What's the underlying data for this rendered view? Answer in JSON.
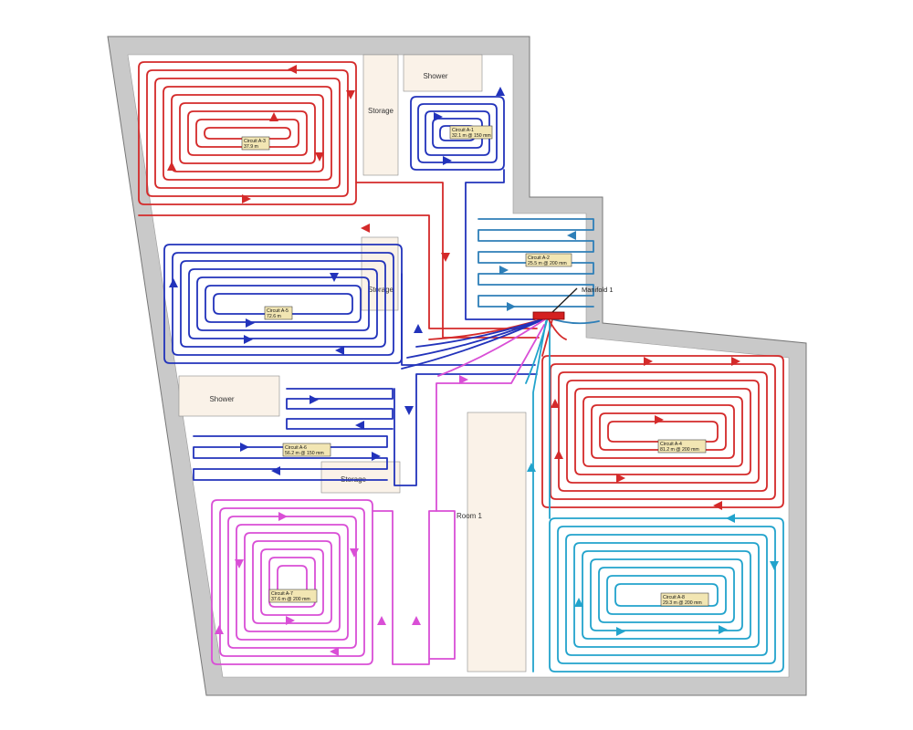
{
  "plan": {
    "rooms": [
      {
        "id": "storage-1",
        "label": "Storage"
      },
      {
        "id": "shower-1",
        "label": "Shower"
      },
      {
        "id": "storage-2",
        "label": "Storage"
      },
      {
        "id": "shower-2",
        "label": "Shower"
      },
      {
        "id": "storage-3",
        "label": "Storage"
      },
      {
        "id": "room-1",
        "label": "Room 1"
      }
    ],
    "manifold": {
      "label": "Manifold 1",
      "color": "#d42020"
    },
    "circuits": [
      {
        "id": "A-1",
        "name": "Circuit A-1",
        "spec": "32.1 m @ 150 mm",
        "color": "#2233bb"
      },
      {
        "id": "A-2",
        "name": "Circuit A-2",
        "spec": "25.5 m @ 200 mm",
        "color": "#2e7fb8"
      },
      {
        "id": "A-3",
        "name": "Circuit A-3",
        "spec": "37.9 m",
        "color": "#d42a2a"
      },
      {
        "id": "A-4",
        "name": "Circuit A-4",
        "spec": "81.2 m @ 200 mm",
        "color": "#d42a2a"
      },
      {
        "id": "A-5",
        "name": "Circuit A-5",
        "spec": "72.6 m",
        "color": "#2233bb"
      },
      {
        "id": "A-6",
        "name": "Circuit A-6",
        "spec": "56.2 m @ 150 mm",
        "color": "#2233bb"
      },
      {
        "id": "A-7",
        "name": "Circuit A-7",
        "spec": "37.6 m @ 200 mm",
        "color": "#d94fd6"
      },
      {
        "id": "A-8",
        "name": "Circuit A-8",
        "spec": "29.3 m @ 200 mm",
        "color": "#22a3cc"
      }
    ]
  }
}
